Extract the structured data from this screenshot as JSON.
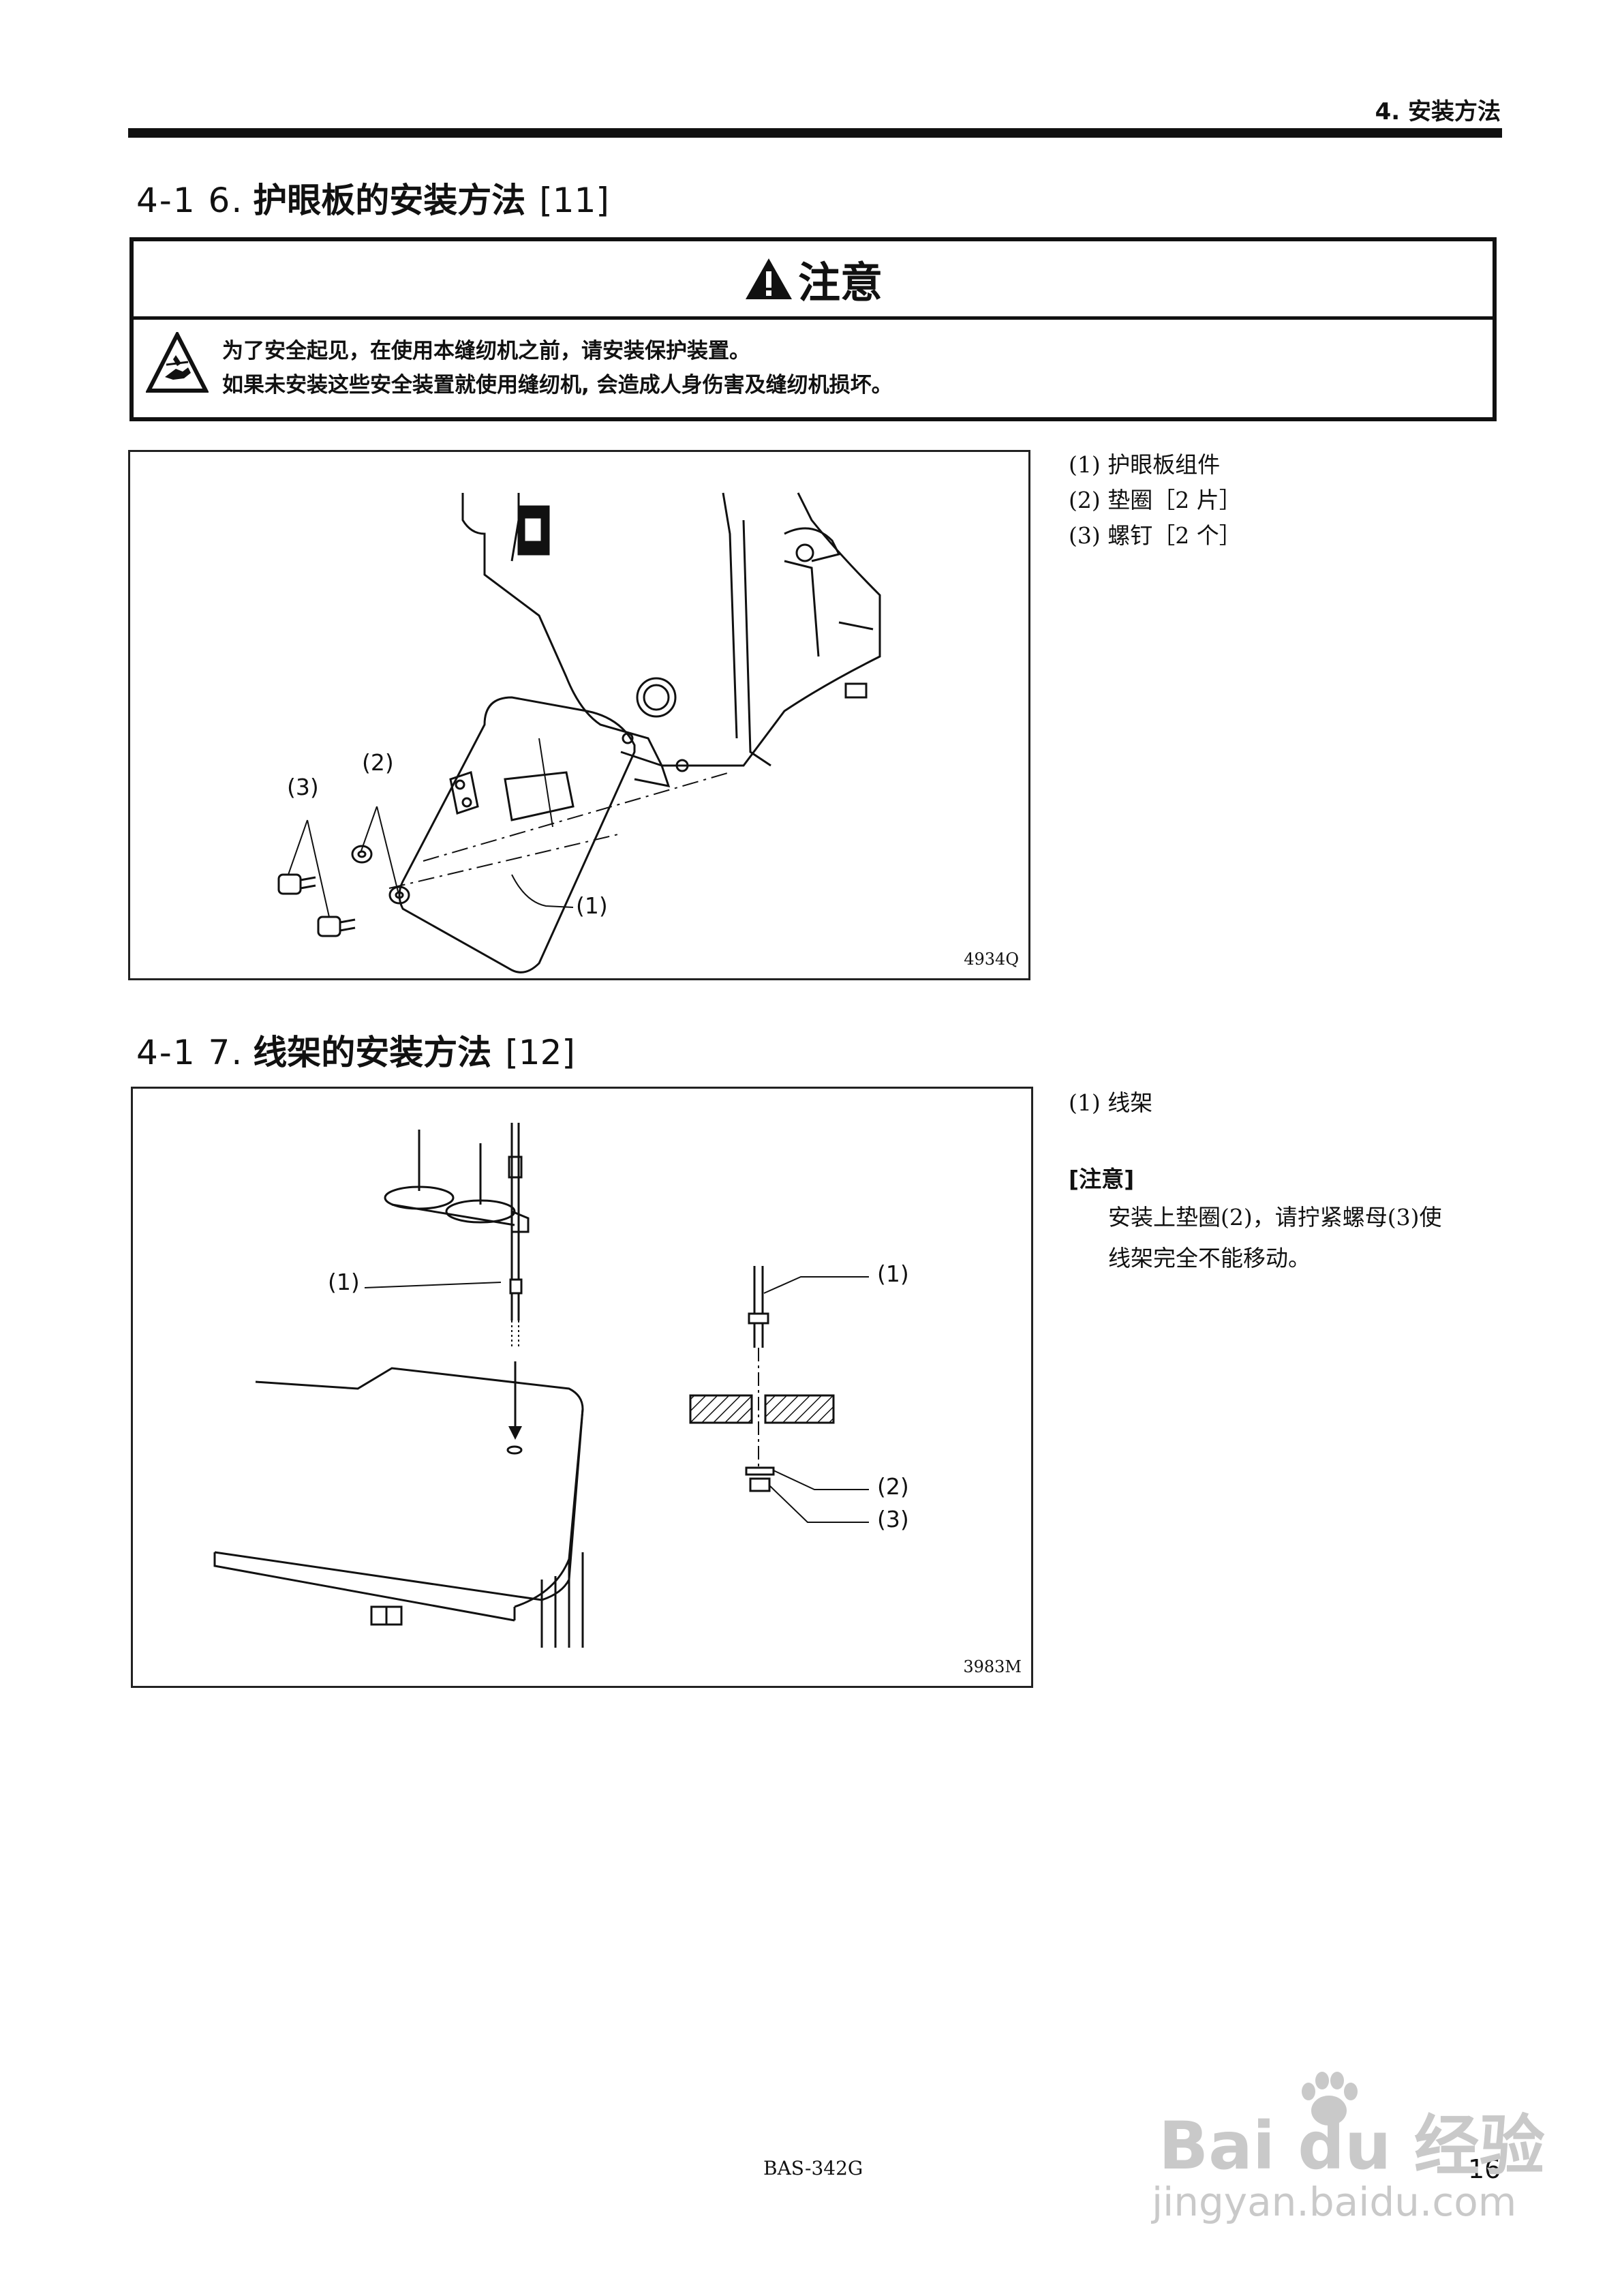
{
  "header": {
    "chapter": "4. 安装方法"
  },
  "section1": {
    "number": "4-1 6.",
    "title": "护眼板的安装方法",
    "ref": "[11]"
  },
  "caution": {
    "title": "注意",
    "line1": "为了安全起见，在使用本缝纫机之前，请安装保护装置。",
    "line2": "如果未安装这些安全装置就使用缝纫机, 会造成人身伤害及缝纫机损坏。"
  },
  "figure1": {
    "code": "4934Q",
    "labels": {
      "l1": "(1)",
      "l2": "(2)",
      "l3": "(3)"
    }
  },
  "parts1": [
    "(1) 护眼板组件",
    "(2) 垫圈［2 片］",
    "(3) 螺钉［2 个］"
  ],
  "section2": {
    "number": "4-1 7.",
    "title": "线架的安装方法",
    "ref": "[12]"
  },
  "figure2": {
    "code": "3983M",
    "labels": {
      "left1": "(1)",
      "right1": "(1)",
      "right2": "(2)",
      "right3": "(3)"
    }
  },
  "parts2": [
    "(1) 线架"
  ],
  "note": {
    "title": "[注意]",
    "line1": "安装上垫圈(2)，请拧紧螺母(3)使",
    "line2": "线架完全不能移动。"
  },
  "footer": {
    "model": "BAS-342G",
    "page": "16"
  },
  "watermark": {
    "brand": "Bai du 经验",
    "url": "jingyan.baidu.com"
  }
}
